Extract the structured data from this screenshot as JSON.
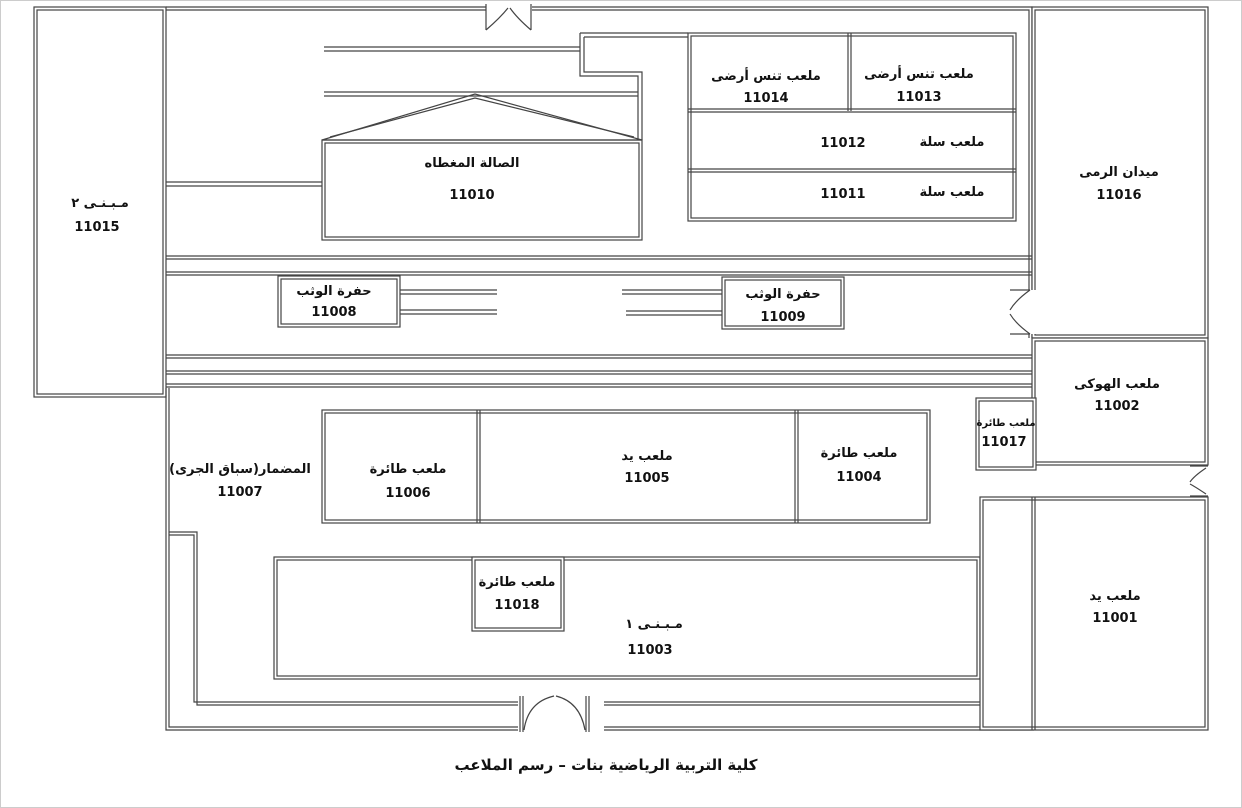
{
  "caption": "كلية التربية الرياضية بنات – رسم الملاعب",
  "rooms": {
    "r11015": {
      "name": "مـبـنـى ٢",
      "code": "11015"
    },
    "r11010": {
      "name": "الصالة المغطاه",
      "code": "11010"
    },
    "r11014": {
      "name": "ملعب تنس أرضى",
      "code": "11014"
    },
    "r11013": {
      "name": "ملعب تنس أرضى",
      "code": "11013"
    },
    "r11012": {
      "name": "ملعب سلة",
      "code": "11012"
    },
    "r11011": {
      "name": "ملعب سلة",
      "code": "11011"
    },
    "r11016": {
      "name": "ميدان الرمى",
      "code": "11016"
    },
    "r11008": {
      "name": "حفرة الوثب",
      "code": "11008"
    },
    "r11009": {
      "name": "حفرة الوثب",
      "code": "11009"
    },
    "r11002": {
      "name": "ملعب الهوكى",
      "code": "11002"
    },
    "r11017": {
      "name": "ملعب طائرة",
      "code": "11017"
    },
    "r11007": {
      "name": "المضمار(سباق الجرى)",
      "code": "11007"
    },
    "r11006": {
      "name": "ملعب طائرة",
      "code": "11006"
    },
    "r11005": {
      "name": "ملعب يد",
      "code": "11005"
    },
    "r11004": {
      "name": "ملعب طائرة",
      "code": "11004"
    },
    "r11018": {
      "name": "ملعب طائرة",
      "code": "11018"
    },
    "r11003": {
      "name": "مـبـنـى ١",
      "code": "11003"
    },
    "r11001": {
      "name": "ملعب يد",
      "code": "11001"
    }
  }
}
